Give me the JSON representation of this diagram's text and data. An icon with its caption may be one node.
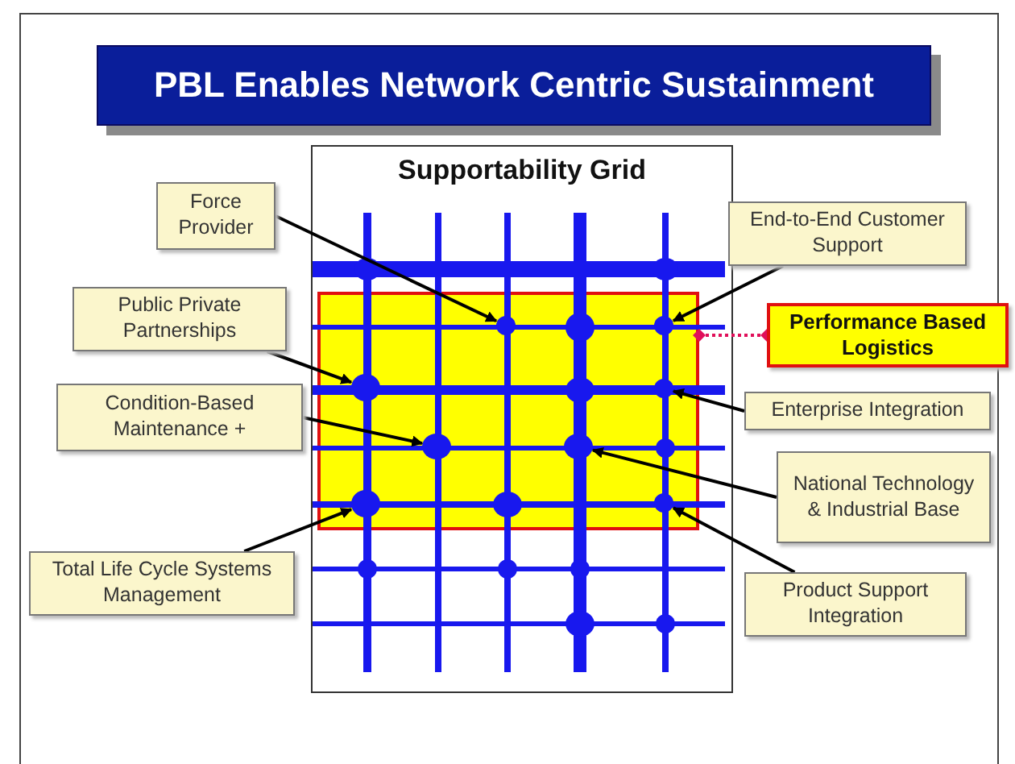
{
  "diagram": {
    "title": "PBL Enables Network Centric Sustainment",
    "nodes": [
      {
        "text": [
          "Supportability Grid"
        ]
      },
      {
        "text": [],
        "shape": "box",
        "in": 0
      },
      {
        "text": [],
        "shape": "circle",
        "in": 1
      },
      {
        "text": [],
        "shape": "circle",
        "in": 1
      },
      {
        "text": [],
        "shape": "circle",
        "in": 1
      },
      {
        "text": [],
        "shape": "circle",
        "in": 1
      },
      {
        "text": [],
        "shape": "circle",
        "in": 1
      },
      {
        "text": [],
        "shape": "circle",
        "in": 1
      },
      {
        "text": [],
        "shape": "circle",
        "in": 1
      },
      {
        "text": [],
        "shape": "circle",
        "in": 1
      },
      {
        "text": [
          "Force Provider"
        ]
      },
      {
        "text": [
          "End-to-End Customer Support"
        ]
      },
      {
        "text": [
          "Public Private Partnerships"
        ]
      },
      {
        "text": [
          "Performance Based Logistics"
        ]
      },
      {
        "text": [
          "Condition-Based Maintenance +"
        ]
      },
      {
        "text": [
          "Enterprise Integration"
        ]
      },
      {
        "text": [
          "National Technology & Industrial Base"
        ]
      },
      {
        "text": [
          "Total Life Cycle Systems Management"
        ]
      },
      {
        "text": [
          "Product Support Integration"
        ]
      }
    ],
    "edges": [
      {
        "from": 10,
        "to": 2,
        "arrow": "to"
      },
      {
        "from": 11,
        "to": 3,
        "arrow": "to"
      },
      {
        "from": 12,
        "to": 4,
        "arrow": "to"
      },
      {
        "from": 15,
        "to": 5,
        "arrow": "to"
      },
      {
        "from": 14,
        "to": 6,
        "arrow": "to"
      },
      {
        "from": 16,
        "to": 7,
        "arrow": "to"
      },
      {
        "from": 17,
        "to": 8,
        "arrow": "to"
      },
      {
        "from": 18,
        "to": 9,
        "arrow": "to"
      },
      {
        "from": 13,
        "to": 1,
        "arrow": "other",
        "style": "dashed",
        "color": "#e0105a"
      }
    ]
  }
}
